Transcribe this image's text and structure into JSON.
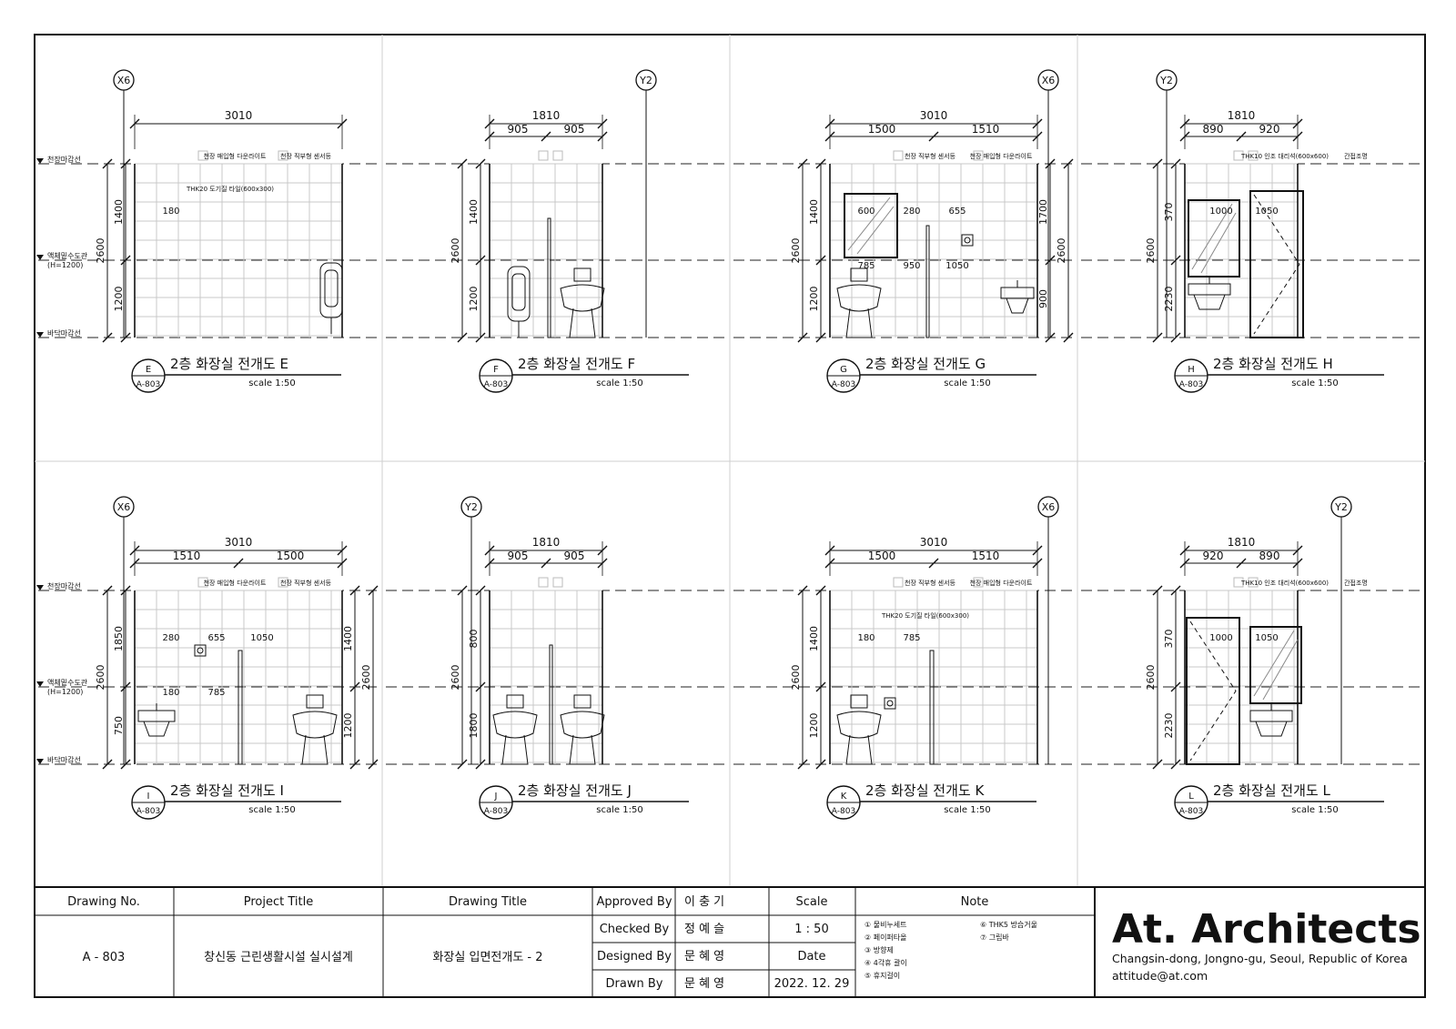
{
  "elevations": [
    {
      "letter": "E",
      "sheet_ref": "A-803",
      "title": "2층 화장실 전개도 E",
      "scale": "scale 1:50",
      "grid": "X6",
      "grid_side": "left",
      "dims_top": [
        "3010"
      ],
      "dims_sub": [],
      "dims_left": [
        "1400",
        "1200"
      ],
      "dims_left_total": "2600",
      "dims_right": [],
      "dims_right_total": "",
      "level_labels": [
        "천장마감선",
        "액체밑수도관",
        "(H=1200)",
        "바닥마감선"
      ],
      "notes": [
        "천장 매입형 다운라이트",
        "천장 직부형 센서등",
        "THK20 도기질 타일(600x300)"
      ],
      "fixture_dims": [
        "180"
      ]
    },
    {
      "letter": "F",
      "sheet_ref": "A-803",
      "title": "2층 화장실 전개도 F",
      "scale": "scale 1:50",
      "grid": "Y2",
      "grid_side": "right",
      "dims_top": [
        "1810"
      ],
      "dims_sub": [
        "905",
        "905"
      ],
      "dims_left": [
        "1400",
        "1200"
      ],
      "dims_left_total": "2600",
      "dims_right": [],
      "dims_right_total": "",
      "level_labels": [],
      "notes": [],
      "fixture_dims": []
    },
    {
      "letter": "G",
      "sheet_ref": "A-803",
      "title": "2층 화장실 전개도 G",
      "scale": "scale 1:50",
      "grid": "X6",
      "grid_side": "right",
      "dims_top": [
        "3010"
      ],
      "dims_sub": [
        "1500",
        "1510"
      ],
      "dims_left": [
        "1400",
        "1200"
      ],
      "dims_left_total": "2600",
      "dims_right": [
        "1700",
        "900"
      ],
      "dims_right_total": "2600",
      "level_labels": [],
      "notes": [
        "천장 직부형 센서등",
        "천장 매입형 다운라이트"
      ],
      "fixture_dims": [
        "600",
        "280",
        "655",
        "785",
        "950",
        "1050"
      ]
    },
    {
      "letter": "H",
      "sheet_ref": "A-803",
      "title": "2층 화장실 전개도 H",
      "scale": "scale 1:50",
      "grid": "Y2",
      "grid_side": "left",
      "dims_top": [
        "1810"
      ],
      "dims_sub": [
        "890",
        "920"
      ],
      "dims_left": [
        "370",
        "2230"
      ],
      "dims_left_total": "2600",
      "dims_right": [],
      "dims_right_total": "",
      "level_labels": [],
      "notes": [
        "THK10 인조 대리석(600x600)",
        "간접조명"
      ],
      "fixture_dims": [
        "1000",
        "1050"
      ]
    },
    {
      "letter": "I",
      "sheet_ref": "A-803",
      "title": "2층 화장실 전개도 I",
      "scale": "scale 1:50",
      "grid": "X6",
      "grid_side": "left",
      "dims_top": [
        "3010"
      ],
      "dims_sub": [
        "1510",
        "1500"
      ],
      "dims_left": [
        "1850",
        "750"
      ],
      "dims_left_total": "2600",
      "dims_right": [
        "1400",
        "1200"
      ],
      "dims_right_total": "2600",
      "level_labels": [
        "천장마감선",
        "액체밑수도관",
        "(H=1200)",
        "바닥마감선"
      ],
      "notes": [
        "천장 매입형 다운라이트",
        "천장 직부형 센서등"
      ],
      "fixture_dims": [
        "280",
        "655",
        "1050",
        "180",
        "785"
      ]
    },
    {
      "letter": "J",
      "sheet_ref": "A-803",
      "title": "2층 화장실 전개도 J",
      "scale": "scale 1:50",
      "grid": "Y2",
      "grid_side": "left",
      "dims_top": [
        "1810"
      ],
      "dims_sub": [
        "905",
        "905"
      ],
      "dims_left": [
        "800",
        "1800"
      ],
      "dims_left_total": "2600",
      "dims_right": [],
      "dims_right_total": "",
      "level_labels": [],
      "notes": [],
      "fixture_dims": []
    },
    {
      "letter": "K",
      "sheet_ref": "A-803",
      "title": "2층 화장실 전개도 K",
      "scale": "scale 1:50",
      "grid": "X6",
      "grid_side": "right",
      "dims_top": [
        "3010"
      ],
      "dims_sub": [
        "1500",
        "1510"
      ],
      "dims_left": [
        "1400",
        "1200"
      ],
      "dims_left_total": "2600",
      "dims_right": [],
      "dims_right_total": "",
      "level_labels": [],
      "notes": [
        "천장 직부형 센서등",
        "천장 매입형 다운라이트",
        "THK20 도기질 타일(600x300)"
      ],
      "fixture_dims": [
        "180",
        "785"
      ]
    },
    {
      "letter": "L",
      "sheet_ref": "A-803",
      "title": "2층 화장실 전개도 L",
      "scale": "scale 1:50",
      "grid": "Y2",
      "grid_side": "right",
      "dims_top": [
        "1810"
      ],
      "dims_sub": [
        "920",
        "890"
      ],
      "dims_left": [
        "370",
        "2230"
      ],
      "dims_left_total": "2600",
      "dims_right": [],
      "dims_right_total": "",
      "level_labels": [],
      "notes": [
        "THK10 인조 대리석(600x600)",
        "간접조명"
      ],
      "fixture_dims": [
        "1000",
        "1050"
      ]
    }
  ],
  "title_block": {
    "drawing_no_label": "Drawing No.",
    "drawing_no": "A - 803",
    "project_title_label": "Project Title",
    "project_title": "창신동 근린생활시설 실시설계",
    "drawing_title_label": "Drawing Title",
    "drawing_title": "화장실 입면전개도 - 2",
    "approved_by_label": "Approved By",
    "approved_by": "이 충 기",
    "checked_by_label": "Checked By",
    "checked_by": "정 예 슬",
    "designed_by_label": "Designed By",
    "designed_by": "문 혜 영",
    "drawn_by_label": "Drawn By",
    "drawn_by": "문 혜 영",
    "scale_label": "Scale",
    "scale": "1 : 50",
    "date_label": "Date",
    "date": "2022. 12. 29",
    "note_label": "Note",
    "notes_col1": [
      "① 물비누세트",
      "② 페이퍼타올",
      "③ 방향제",
      "④ 4각휴 괄이",
      "⑤ 휴지걸이"
    ],
    "notes_col2": [
      "⑥ THK5 방습거울",
      "⑦ 그립바"
    ],
    "company": "At. Architects",
    "address": "Changsin-dong, Jongno-gu, Seoul, Republic of Korea",
    "email": "attitude@at.com"
  }
}
